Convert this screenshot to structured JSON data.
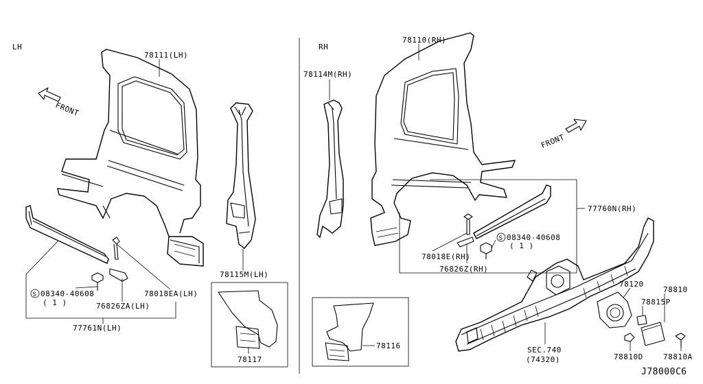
{
  "sides": {
    "left": "LH",
    "right": "RH"
  },
  "front_labels": {
    "left": "FRONT",
    "right": "FRONT"
  },
  "parts": {
    "p78111": "78111(LH)",
    "p78110": "78110(RH)",
    "p78114M": "78114M(RH)",
    "p78115M": "78115M(LH)",
    "p78117": "78117",
    "p78116": "78116",
    "p77760N": "77760N(RH)",
    "p77761N": "77761N(LH)",
    "p78018E": "78018E(RH)",
    "p78018EA": "78018EA(LH)",
    "p76826Z": "76826Z(RH)",
    "p76826ZA": "76826ZA(LH)",
    "bolt_lh": "08340-40608",
    "bolt_lh_qty": "( 1 )",
    "bolt_rh": "08340-40608",
    "bolt_rh_qty": "( 1 )",
    "bolt_symbol": "S",
    "p78120": "78120",
    "p78810": "78810",
    "p78815P": "78815P",
    "p78810D": "78810D",
    "p78810A": "78810A",
    "sec740": "SEC.740",
    "sec740_sub": "(74320)"
  },
  "diagram_code": "J78000C6"
}
